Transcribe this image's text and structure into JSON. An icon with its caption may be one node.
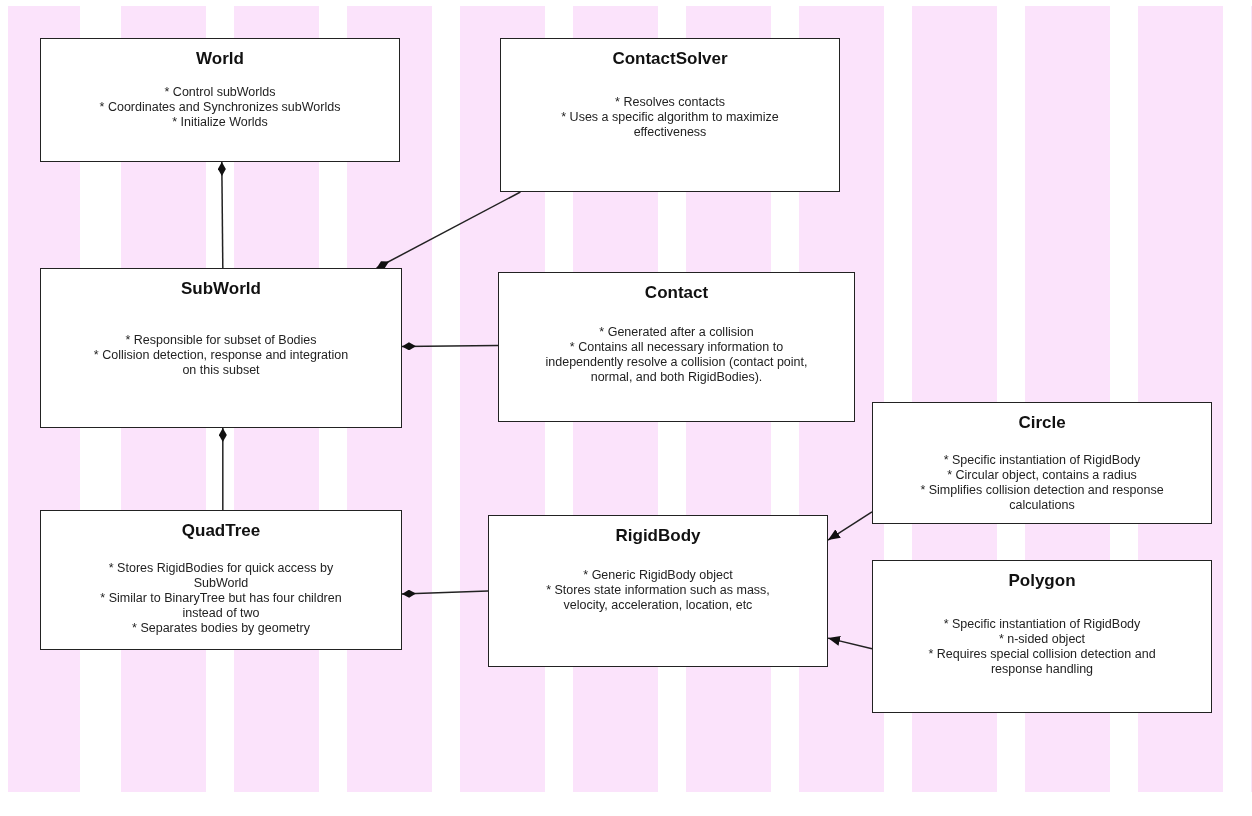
{
  "diagram": {
    "nodes": [
      {
        "text": [
          "World",
          "* Control subWorlds",
          "* Coordinates and Synchronizes subWorlds",
          "* Initialize Worlds"
        ]
      },
      {
        "text": [
          "ContactSolver",
          "* Resolves contacts",
          "* Uses a specific algorithm to maximize effectiveness"
        ]
      },
      {
        "text": [
          "SubWorld",
          "* Responsible for subset of Bodies",
          "* Collision detection, response and integration on this subset"
        ]
      },
      {
        "text": [
          "Contact",
          "* Generated after a collision",
          "* Contains all necessary information to independently resolve a collision (contact point, normal, and both RigidBodies)."
        ]
      },
      {
        "text": [
          "QuadTree",
          "* Stores RigidBodies for quick access by SubWorld",
          "* Similar to BinaryTree but has four children instead of two",
          "* Separates bodies by geometry"
        ]
      },
      {
        "text": [
          "RigidBody",
          "* Generic RigidBody object",
          "* Stores state information such as mass, velocity, acceleration, location, etc"
        ]
      },
      {
        "text": [
          "Circle",
          "* Specific instantiation of RigidBody",
          "* Circular object, contains a radius",
          "* Simplifies collision detection and response calculations"
        ]
      },
      {
        "text": [
          "Polygon",
          "* Specific instantiation of RigidBody",
          "* n-sided object",
          "* Requires special collision detection and response handling"
        ]
      }
    ],
    "edges": [
      {
        "from": 0,
        "to": 2,
        "arrow": "other"
      },
      {
        "from": 2,
        "to": 1,
        "arrow": "other"
      },
      {
        "from": 2,
        "to": 3,
        "arrow": "other"
      },
      {
        "from": 2,
        "to": 4,
        "arrow": "other"
      },
      {
        "from": 4,
        "to": 5,
        "arrow": "other"
      },
      {
        "from": 6,
        "to": 5,
        "arrow": "to"
      },
      {
        "from": 7,
        "to": 5,
        "arrow": "to"
      }
    ]
  }
}
